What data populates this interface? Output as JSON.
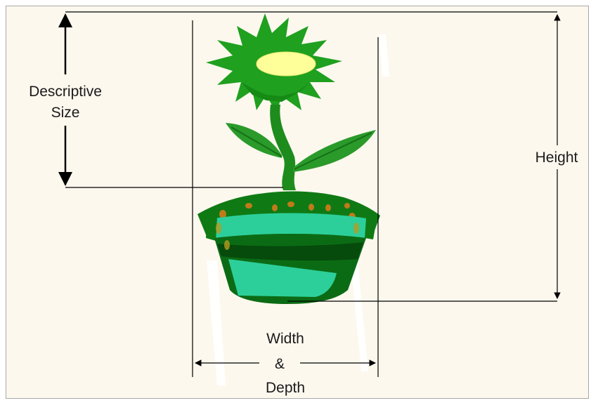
{
  "labels": {
    "descriptive_size": [
      "Descriptive",
      "Size"
    ],
    "height": "Height",
    "width_depth": [
      "Width",
      "&",
      "Depth"
    ]
  },
  "colors": {
    "background": "#fdf8ee",
    "border": "#a8a8a8",
    "line": "#000000",
    "flower_petals": "#1fa01f",
    "flower_center": "#ffff99",
    "leaves": "#2a9a2a",
    "pot_dark": "#0b6b14",
    "pot_band": "#2ccf9a",
    "soil_dots": "#c07a1a"
  },
  "icons": {
    "plant": "potted-flower-illustration"
  }
}
